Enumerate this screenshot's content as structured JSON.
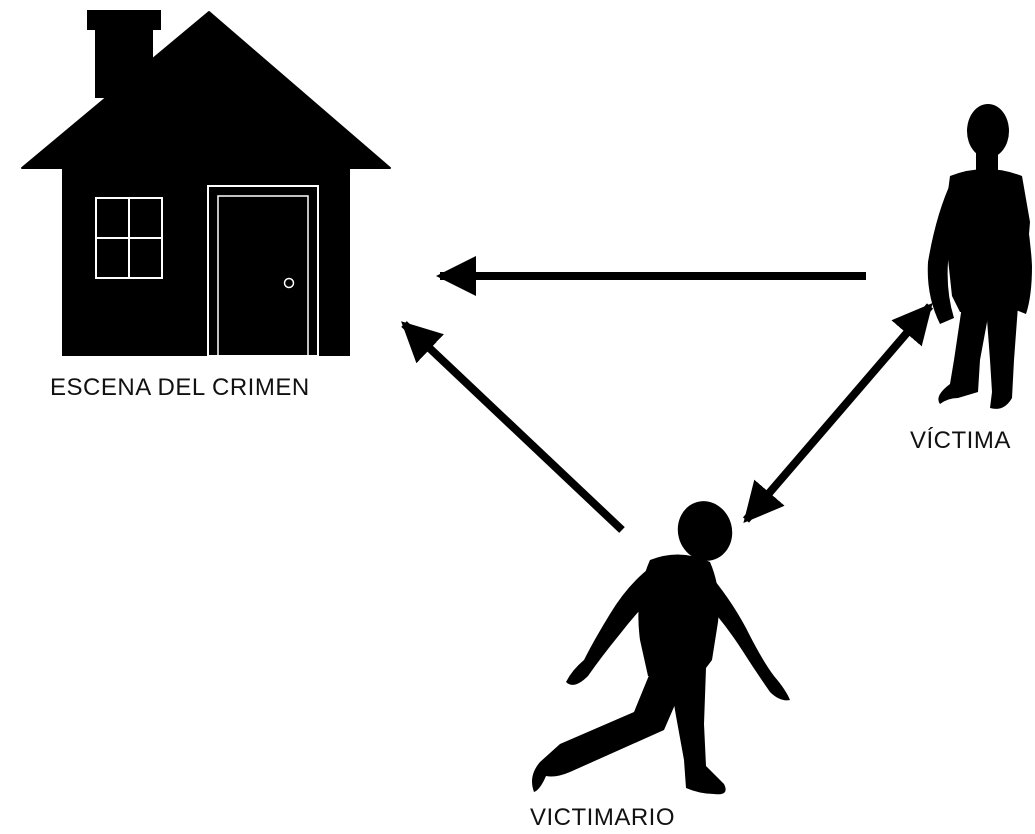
{
  "diagram": {
    "nodes": [
      {
        "id": "scene",
        "label": "ESCENA DEL CRIMEN",
        "icon": "house-icon"
      },
      {
        "id": "victim",
        "label": "VÍCTIMA",
        "icon": "standing-person-silhouette-icon"
      },
      {
        "id": "offender",
        "label": "VICTIMARIO",
        "icon": "walking-person-silhouette-icon"
      }
    ],
    "edges": [
      {
        "from": "victim",
        "to": "scene",
        "direction": "single"
      },
      {
        "from": "offender",
        "to": "scene",
        "direction": "single"
      },
      {
        "from": "offender",
        "to": "victim",
        "direction": "double"
      }
    ],
    "colors": {
      "background": "#ffffff",
      "ink": "#000000",
      "label": "#111111"
    }
  }
}
